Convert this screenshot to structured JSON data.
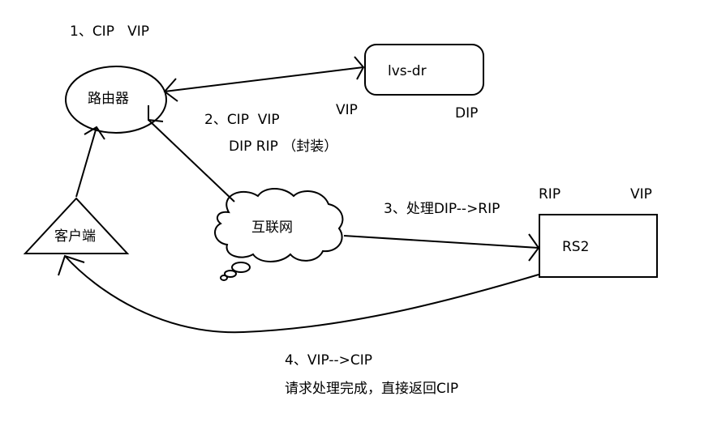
{
  "nodes": {
    "router": "路由器",
    "lvs": "lvs-dr",
    "cloud": "互联网",
    "client": "客户端",
    "rs2": "RS2"
  },
  "labels": {
    "lvs_vip": "VIP",
    "lvs_dip": "DIP",
    "rs_rip": "RIP",
    "rs_vip": "VIP"
  },
  "steps": {
    "step1": "1、CIP   VIP",
    "step2_line1": "2、CIP  VIP",
    "step2_line2": "DIP RIP （封装）",
    "step3": "3、处理DIP-->RIP",
    "step4_line1": "4、VIP-->CIP",
    "step4_line2": "请求处理完成，直接返回CIP"
  }
}
